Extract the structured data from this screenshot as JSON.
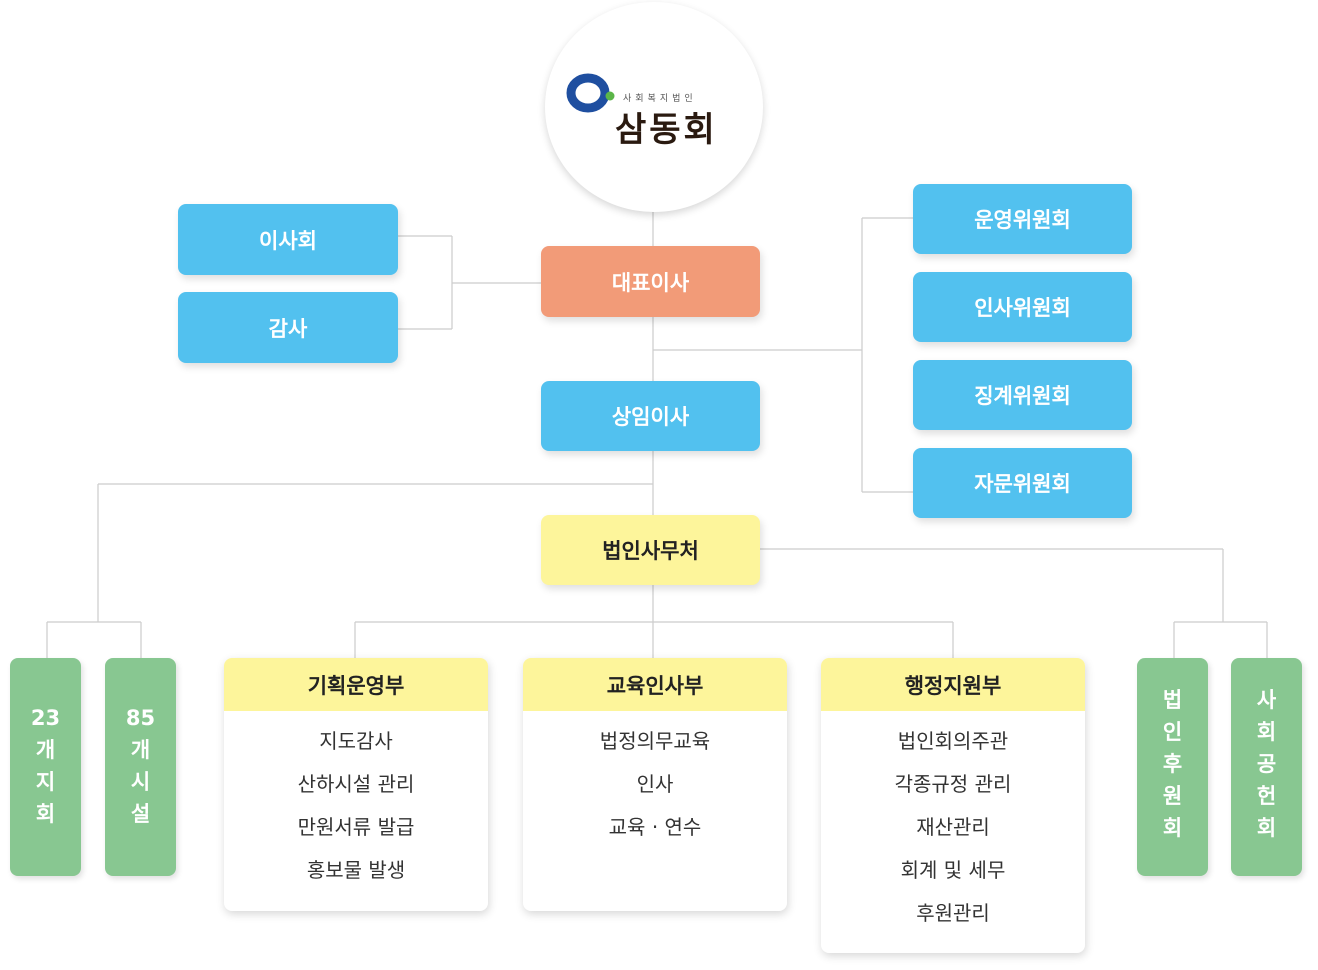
{
  "logo": {
    "subtitle": "사회복지법인",
    "name": "삼동회",
    "mark_color_blue": "#1f4fa0",
    "mark_color_green": "#5bb548"
  },
  "board": "이사회",
  "audit": "감사",
  "ceo": "대표이사",
  "executive": "상임이사",
  "office": "법인사무처",
  "committees": [
    "운영위원회",
    "인사위원회",
    "징계위원회",
    "자문위원회"
  ],
  "left_groups": [
    "23\n개\n지\n회",
    "85\n개\n시\n설"
  ],
  "right_groups": [
    "법\n인\n후\n원\n회",
    "사\n회\n공\n헌\n회"
  ],
  "departments": [
    {
      "title": "기획운영부",
      "items": [
        "지도감사",
        "산하시설 관리",
        "만원서류 발급",
        "홍보물 발생"
      ]
    },
    {
      "title": "교육인사부",
      "items": [
        "법정의무교육",
        "인사",
        "교육 · 연수"
      ]
    },
    {
      "title": "행정지원부",
      "items": [
        "법인회의주관",
        "각종규정 관리",
        "재산관리",
        "회계 및 세무",
        "후원관리"
      ]
    }
  ],
  "colors": {
    "blue": "#52c1ef",
    "orange": "#f29b78",
    "yellow": "#fdf59b",
    "green": "#88c791",
    "line": "#cccccc"
  }
}
